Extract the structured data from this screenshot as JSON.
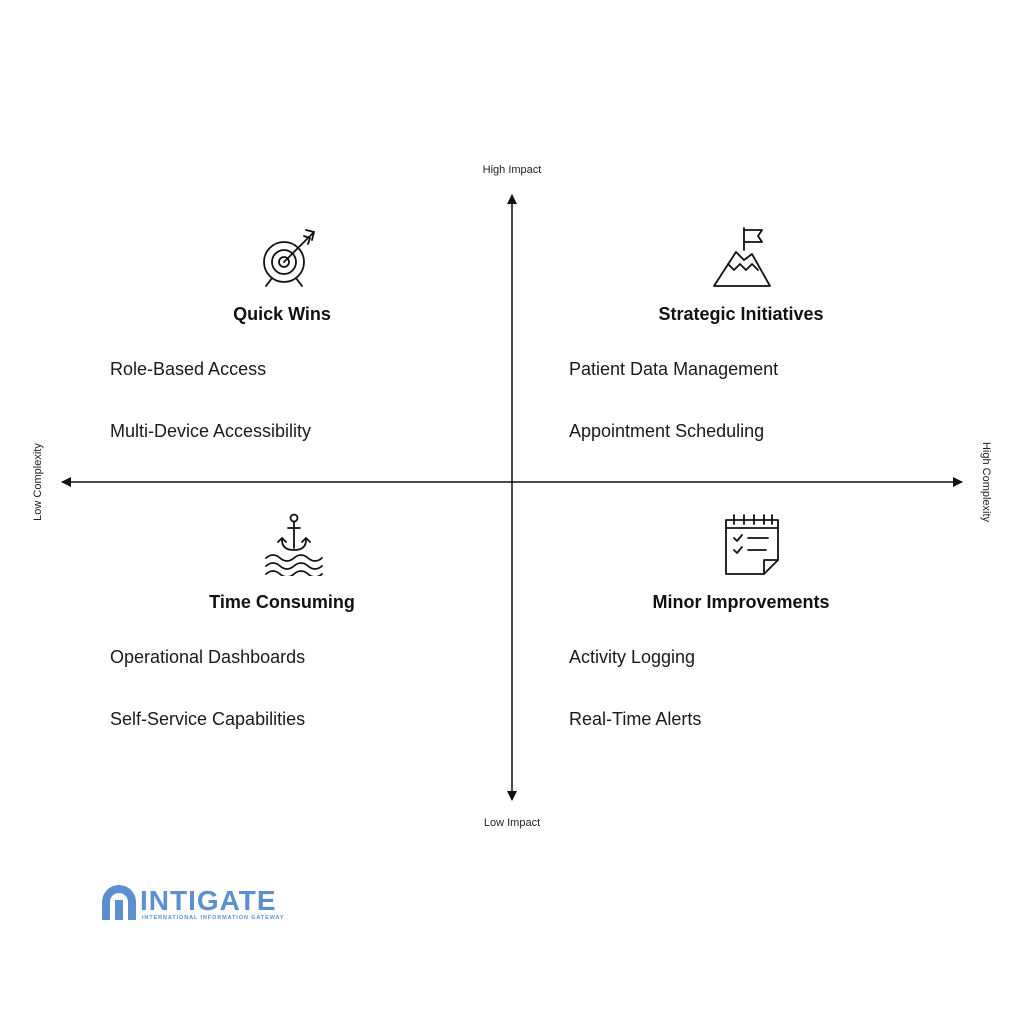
{
  "axes": {
    "top": "High Impact",
    "bottom": "Low Impact",
    "left": "Low Complexity",
    "right": "High Complexity"
  },
  "quadrants": {
    "top_left": {
      "title": "Quick Wins",
      "icon": "target-arrow-icon",
      "items": [
        "Role-Based Access",
        "Multi-Device Accessibility"
      ]
    },
    "top_right": {
      "title": "Strategic Initiatives",
      "icon": "mountain-flag-icon",
      "items": [
        "Patient Data Management",
        "Appointment Scheduling"
      ]
    },
    "bottom_left": {
      "title": "Time Consuming",
      "icon": "anchor-waves-icon",
      "items": [
        "Operational Dashboards",
        "Self-Service Capabilities"
      ]
    },
    "bottom_right": {
      "title": "Minor Improvements",
      "icon": "calendar-checklist-icon",
      "items": [
        "Activity Logging",
        "Real-Time Alerts"
      ]
    }
  },
  "logo": {
    "name": "INTIGATE",
    "tagline": "INTERNATIONAL INFORMATION GATEWAY",
    "color": "#5b8fd0"
  }
}
